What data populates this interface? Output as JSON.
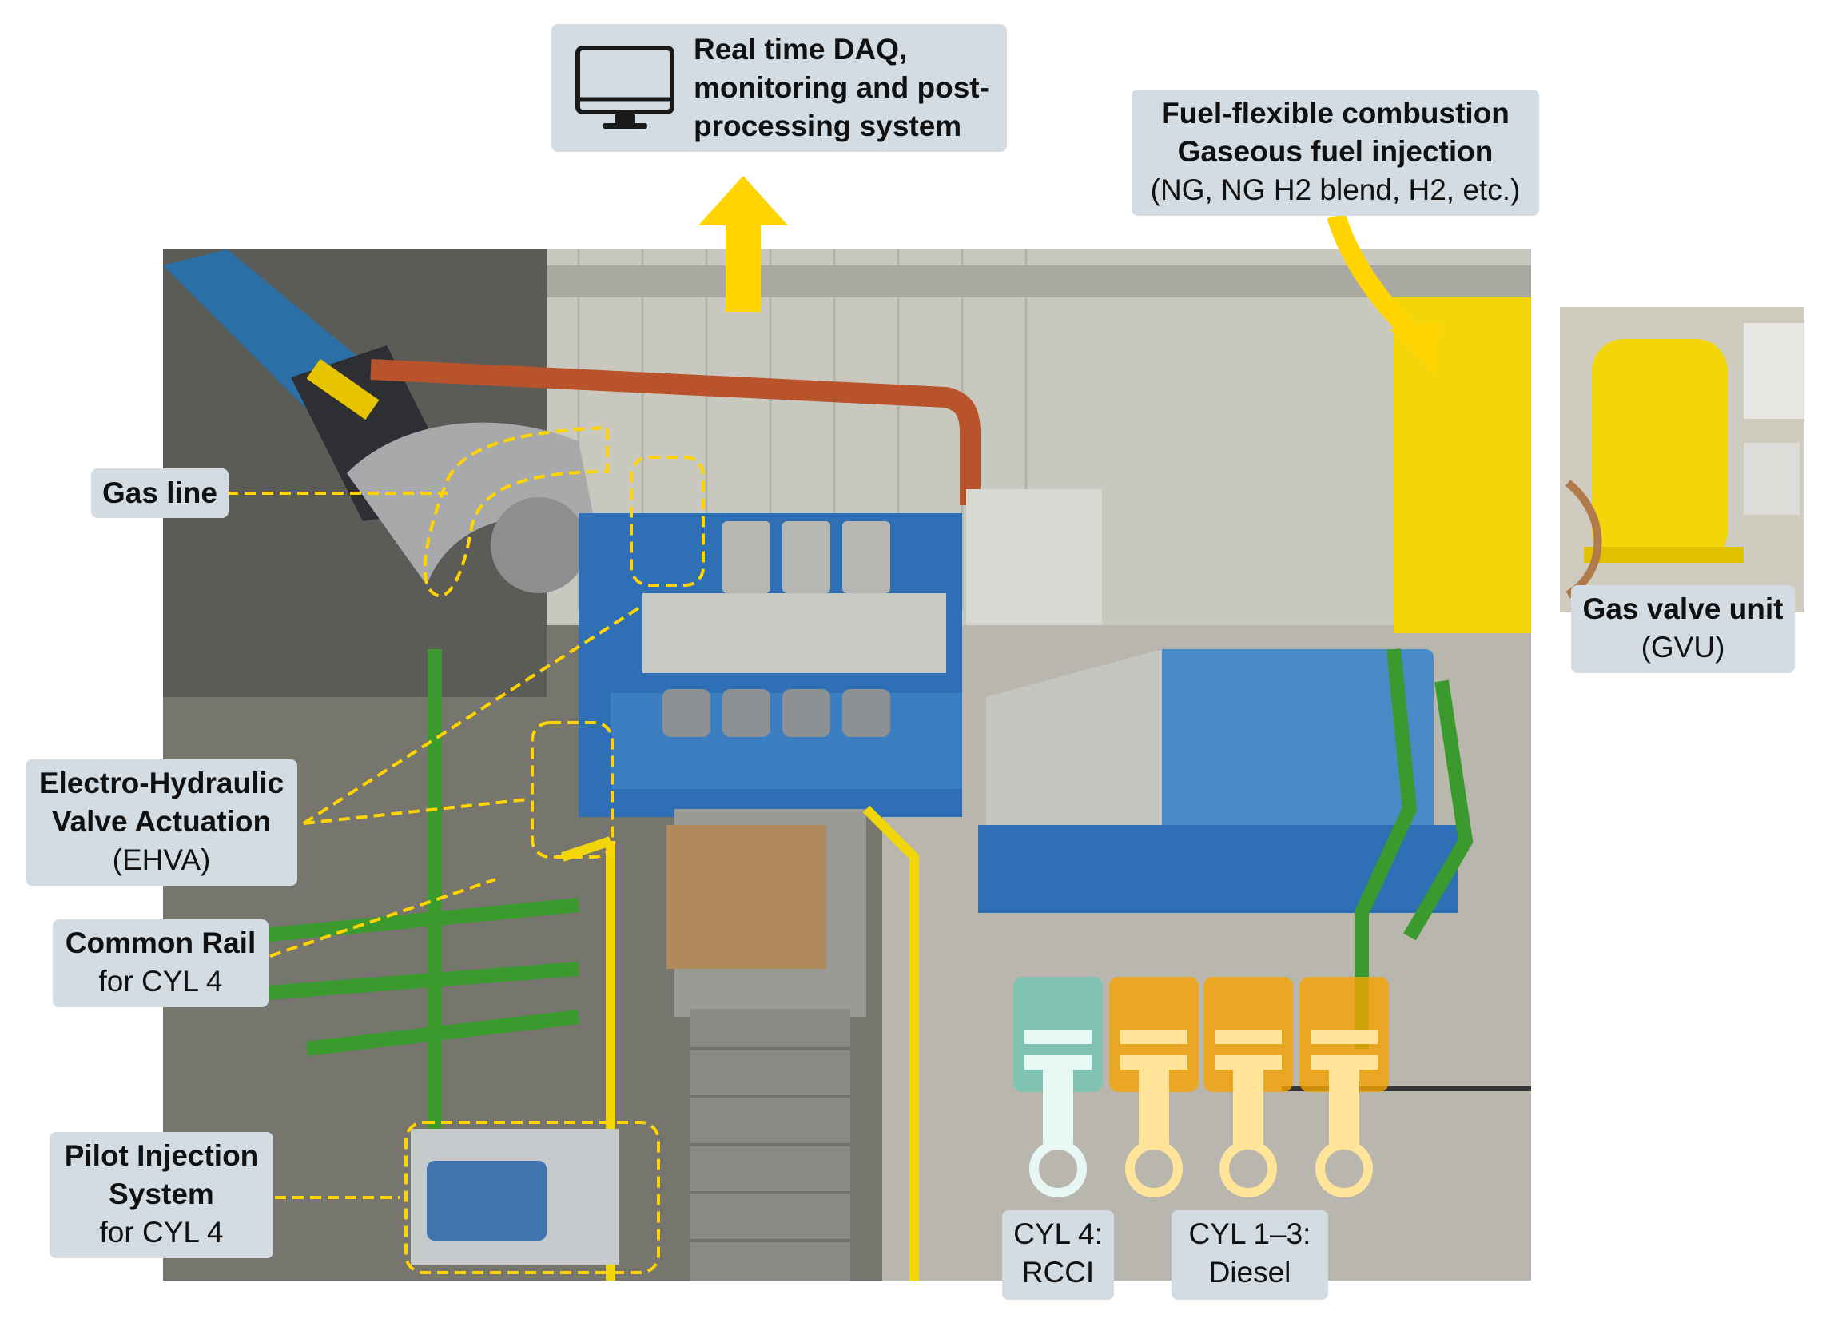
{
  "labels": {
    "daq": {
      "line1": "Real time DAQ,",
      "line2": "monitoring and post-",
      "line3": "processing system",
      "icon": "monitor-icon"
    },
    "fuel": {
      "bold1": "Fuel-flexible combustion",
      "bold2": "Gaseous fuel injection",
      "normal": "(NG, NG H2 blend, H2, etc.)"
    },
    "gvu": {
      "bold": "Gas valve unit",
      "normal": "(GVU)"
    },
    "gas_line": {
      "bold": "Gas line"
    },
    "ehva": {
      "bold1": "Electro-Hydraulic",
      "bold2": "Valve Actuation",
      "normal": "(EHVA)"
    },
    "common_rail": {
      "bold": "Common Rail",
      "normal": "for CYL 4"
    },
    "pilot": {
      "bold1": "Pilot Injection",
      "bold2": "System",
      "normal": "for CYL 4"
    },
    "cyl4": {
      "line1": "CYL 4:",
      "line2": "RCCI"
    },
    "cyl13": {
      "line1": "CYL 1–3:",
      "line2": "Diesel"
    }
  },
  "colors": {
    "label_bg": "#d4dce3",
    "arrow": "#ffd400",
    "dashed": "#ffd400",
    "piston_rcci": "#6fc7b6",
    "piston_diesel": "#f5a400",
    "engine_blue": "#2f6fb5",
    "pipe_green": "#3a9a2e",
    "tank_yellow": "#f2d60a"
  }
}
